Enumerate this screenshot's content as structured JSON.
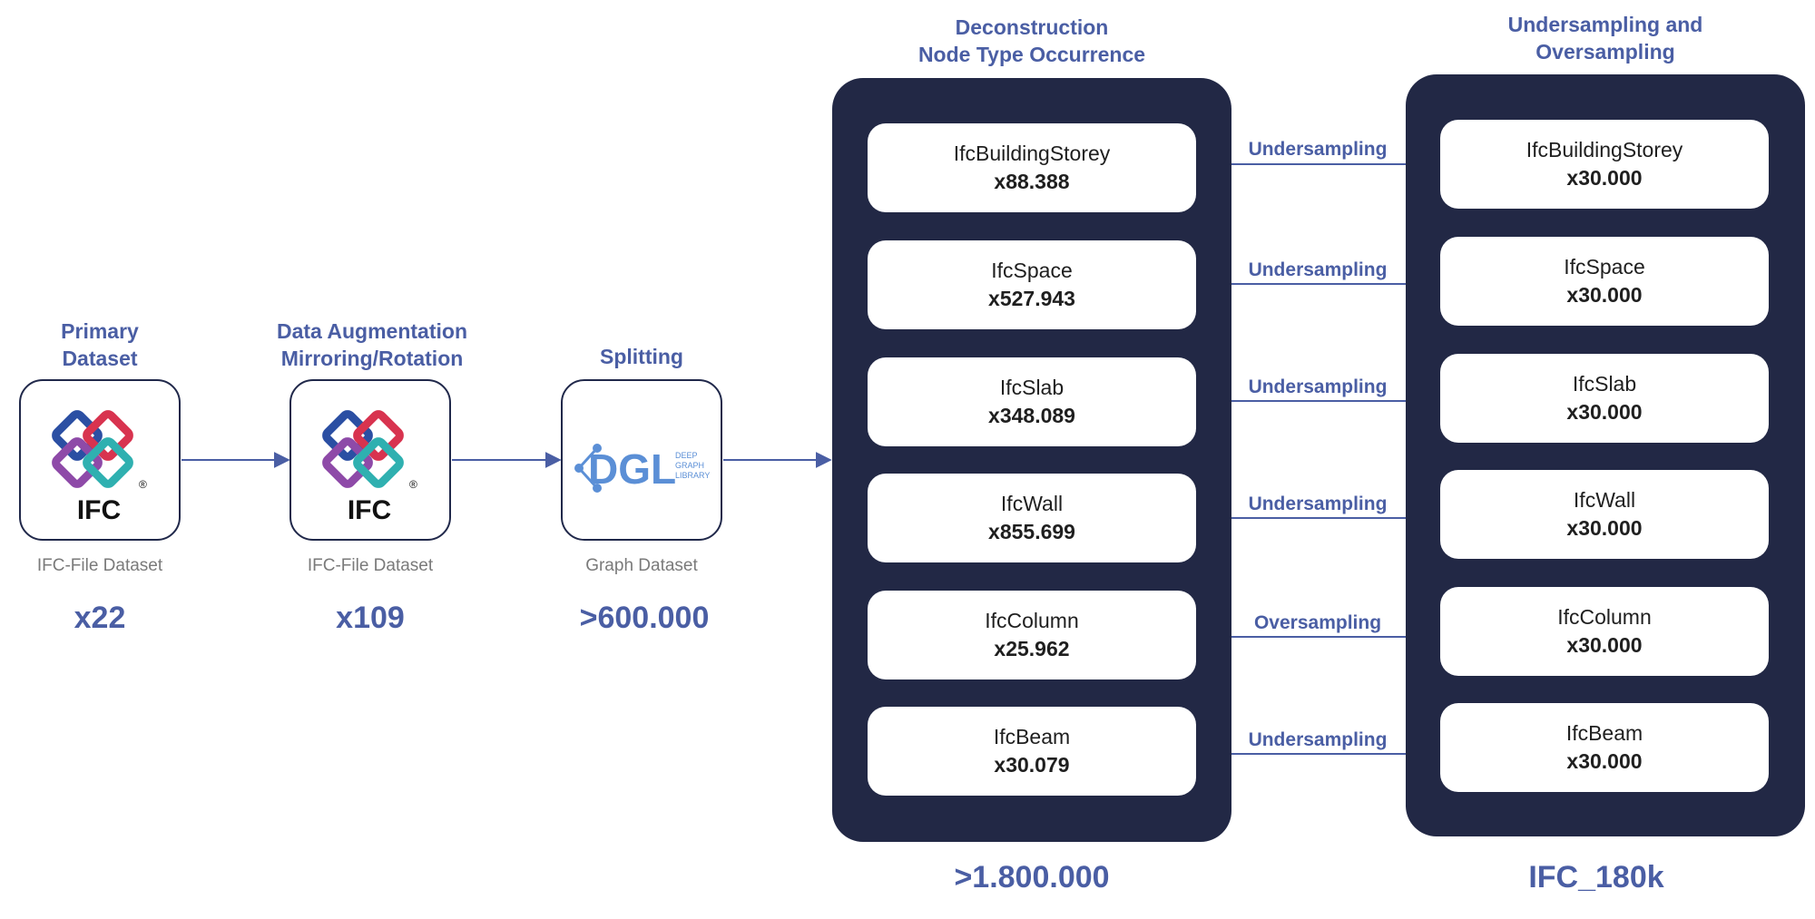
{
  "stages": [
    {
      "heading": [
        "Primary",
        "Dataset"
      ],
      "caption": "IFC-File Dataset",
      "count": "x22",
      "logo": "IFC"
    },
    {
      "heading": [
        "Data Augmentation",
        "Mirroring/Rotation"
      ],
      "caption": "IFC-File Dataset",
      "count": "x109",
      "logo": "IFC"
    },
    {
      "heading": [
        "Splitting"
      ],
      "caption": "Graph Dataset",
      "count": ">600.000",
      "logo_text": "DGL",
      "logo_sub": [
        "DEEP",
        "GRAPH",
        "LIBRARY"
      ]
    }
  ],
  "deconstruction": {
    "heading": [
      "Deconstruction",
      "Node Type Occurrence"
    ],
    "total": ">1.800.000",
    "nodes": [
      {
        "name": "IfcBuildingStorey",
        "count": "x88.388"
      },
      {
        "name": "IfcSpace",
        "count": "x527.943"
      },
      {
        "name": "IfcSlab",
        "count": "x348.089"
      },
      {
        "name": "IfcWall",
        "count": "x855.699"
      },
      {
        "name": "IfcColumn",
        "count": "x25.962"
      },
      {
        "name": "IfcBeam",
        "count": "x30.079"
      }
    ]
  },
  "sampling_labels": [
    "Undersampling",
    "Undersampling",
    "Undersampling",
    "Undersampling",
    "Oversampling",
    "Undersampling"
  ],
  "resampled": {
    "heading": [
      "Undersampling and",
      "Oversampling"
    ],
    "total": "IFC_180k",
    "nodes": [
      {
        "name": "IfcBuildingStorey",
        "count": "x30.000"
      },
      {
        "name": "IfcSpace",
        "count": "x30.000"
      },
      {
        "name": "IfcSlab",
        "count": "x30.000"
      },
      {
        "name": "IfcWall",
        "count": "x30.000"
      },
      {
        "name": "IfcColumn",
        "count": "x30.000"
      },
      {
        "name": "IfcBeam",
        "count": "x30.000"
      }
    ]
  },
  "colors": {
    "accent": "#4a5ea4",
    "panel": "#222845",
    "arrow": "#4a5ea4",
    "dgl": "#5b8fd6"
  }
}
